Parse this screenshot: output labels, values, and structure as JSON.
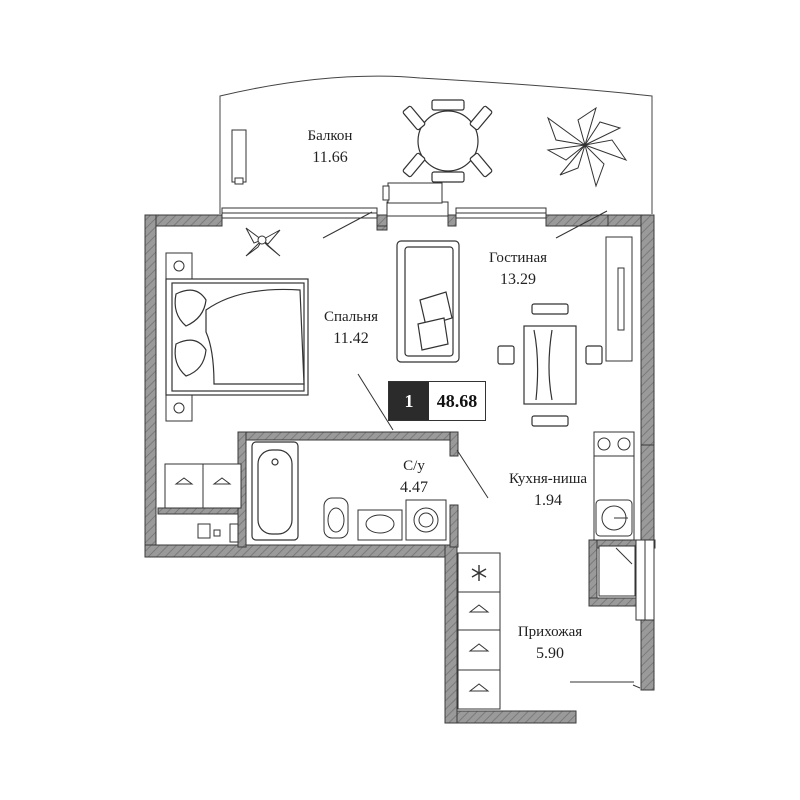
{
  "apartment": {
    "rooms_count": "1",
    "total_area": "48.68"
  },
  "rooms": {
    "balcony": {
      "name": "Балкон",
      "area": "11.66"
    },
    "bedroom": {
      "name": "Спальня",
      "area": "11.42"
    },
    "living": {
      "name": "Гостиная",
      "area": "13.29"
    },
    "bathroom": {
      "name": "С/у",
      "area": "4.47"
    },
    "kitchen": {
      "name": "Кухня-ниша",
      "area": "1.94"
    },
    "hallway": {
      "name": "Прихожая",
      "area": "5.90"
    }
  },
  "colors": {
    "wall_fill": "#8c8c8c",
    "wall_stroke": "#3a3a3a",
    "line": "#333333",
    "badge_dark": "#2b2b2b"
  },
  "icons": [
    "bed-icon",
    "sofa-icon",
    "dining-table-icon",
    "balcony-table-icon",
    "palm-plant-icon",
    "plant-icon",
    "bathtub-icon",
    "toilet-icon",
    "sink-icon",
    "washing-machine-icon",
    "stove-icon",
    "kitchen-sink-icon",
    "tv-unit-icon",
    "wardrobe-icon",
    "fridge-icon",
    "hanger-icon",
    "nightstand-icon",
    "outdoor-unit-icon"
  ]
}
